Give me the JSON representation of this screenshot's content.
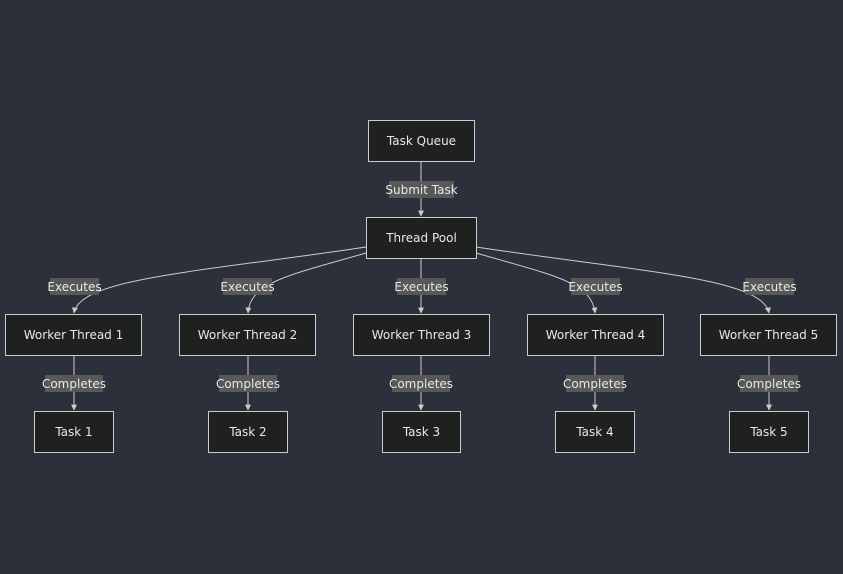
{
  "nodes": {
    "queue": "Task Queue",
    "pool": "Thread Pool",
    "workers": [
      "Worker Thread 1",
      "Worker Thread 2",
      "Worker Thread 3",
      "Worker Thread 4",
      "Worker Thread 5"
    ],
    "tasks": [
      "Task 1",
      "Task 2",
      "Task 3",
      "Task 4",
      "Task 5"
    ]
  },
  "edges": {
    "submit": "Submit Task",
    "executes": [
      "Executes",
      "Executes",
      "Executes",
      "Executes",
      "Executes"
    ],
    "completes": [
      "Completes",
      "Completes",
      "Completes",
      "Completes",
      "Completes"
    ]
  },
  "colors": {
    "background": "#2b303b",
    "node_fill": "#1f2020",
    "node_border": "#cccccc",
    "edge": "#cccccc",
    "label_bg": "#585858",
    "text": "#e8e8e8"
  }
}
